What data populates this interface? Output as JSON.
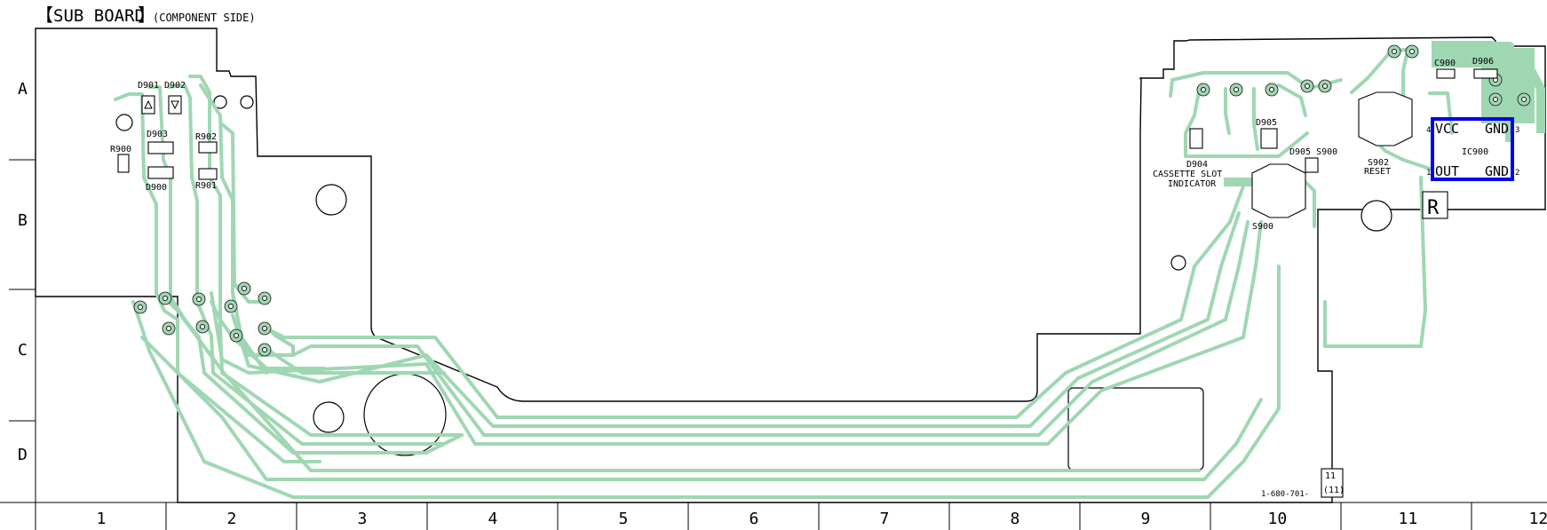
{
  "title": {
    "bracket_title": "SUB BOARD",
    "subtitle": "(COMPONENT SIDE)"
  },
  "rows": [
    "A",
    "B",
    "C",
    "D"
  ],
  "columns": [
    "1",
    "2",
    "3",
    "4",
    "5",
    "6",
    "7",
    "8",
    "9",
    "10",
    "11",
    "12"
  ],
  "components": {
    "d901": "D901",
    "d902": "D902",
    "d903": "D903",
    "d900": "D900",
    "r900": "R900",
    "r901": "R901",
    "r902": "R902",
    "d904": "D904",
    "d905": "D905",
    "d905_s900": "D905 S900",
    "s900": "S900",
    "s902": "S902",
    "reset": "RESET",
    "c900": "C900",
    "d906": "D906",
    "ic900": "IC900",
    "vcc": "VCC",
    "gnd_top": "GND",
    "out": "OUT",
    "gnd_bot": "GND",
    "pin4": "4",
    "pin3": "3",
    "pin1": "1",
    "pin2": "2",
    "indicator_line1": "CASSETTE SLOT",
    "indicator_line2": "INDICATOR",
    "r_mark": "R"
  },
  "board_number": "1-680-701-",
  "revision": {
    "top": "11",
    "bottom": "(11)"
  },
  "highlight_color": "#0000ee",
  "trace_color": "#9fd7b2"
}
